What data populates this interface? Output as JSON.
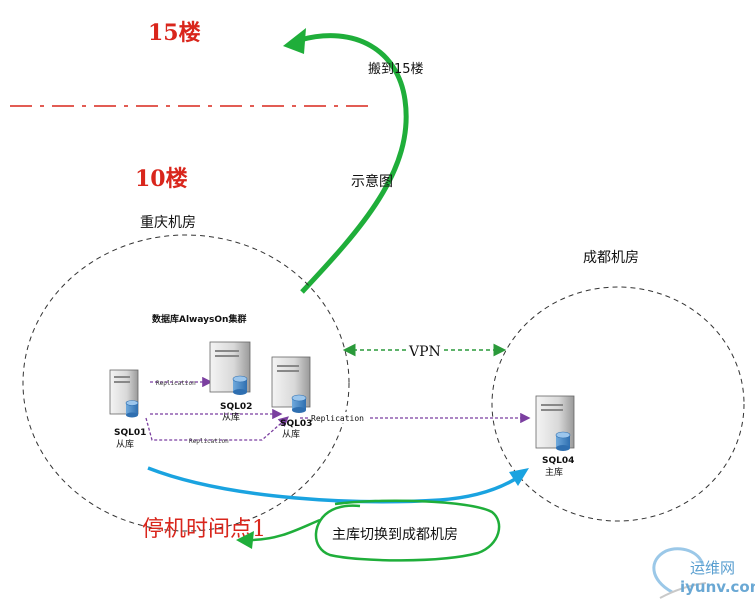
{
  "floors": {
    "upper": "15楼",
    "lower": "10楼"
  },
  "move_note": "搬到15楼",
  "diagram_note": "示意图",
  "sites": {
    "chongqing": "重庆机房",
    "chengdu": "成都机房"
  },
  "cluster_label": "数据库AlwaysOn集群",
  "vpn_label": "VPN",
  "replication_label": "Replication",
  "servers": [
    {
      "name": "SQL01",
      "role": "从库"
    },
    {
      "name": "SQL02",
      "role": "从库"
    },
    {
      "name": "SQL03",
      "role": "从库"
    },
    {
      "name": "SQL04",
      "role": "主库"
    }
  ],
  "downtime_label": "停机时间点1",
  "switch_label": "主库切换到成都机房",
  "watermark": {
    "cn": "运维网",
    "url": "iyunv.com"
  },
  "colors": {
    "floor_red": "#d9261c",
    "green_arrow": "#1fae3a",
    "blue_arrow": "#1aa3e0",
    "replication_purple": "#7b3fa0",
    "vpn_green": "#2a9a3a"
  }
}
